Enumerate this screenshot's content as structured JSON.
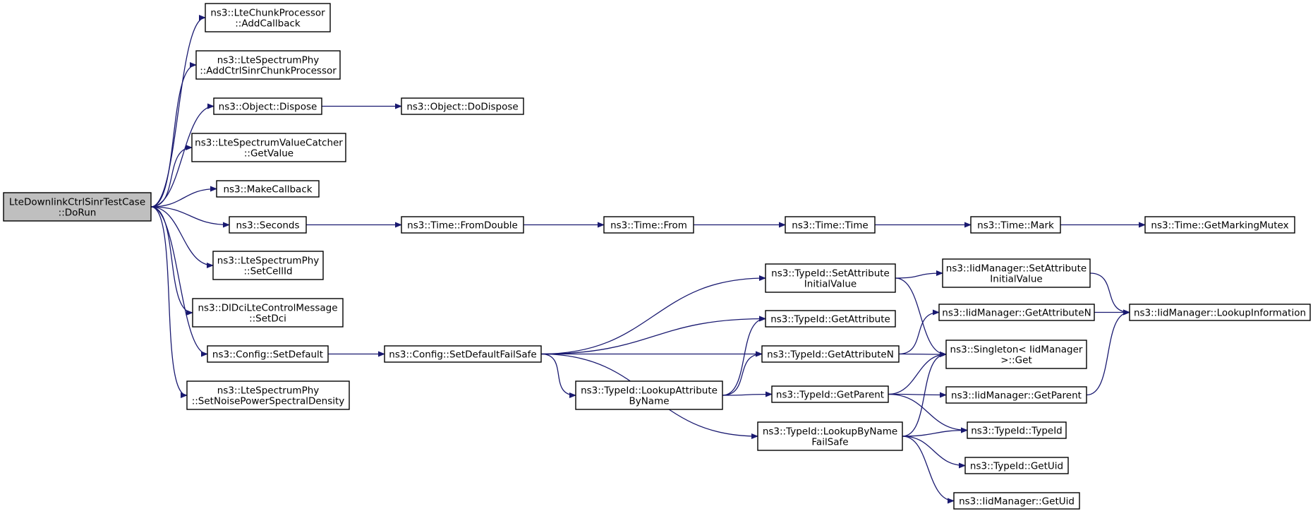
{
  "graph": {
    "edge_color": "#191970",
    "root_fill": "#bfbfbf",
    "nodes": [
      {
        "id": "root",
        "lines": [
          "LteDownlinkCtrlSinrTestCase",
          "::DoRun"
        ]
      },
      {
        "id": "n1",
        "lines": [
          "ns3::LteChunkProcessor",
          "::AddCallback"
        ]
      },
      {
        "id": "n2",
        "lines": [
          "ns3::LteSpectrumPhy",
          "::AddCtrlSinrChunkProcessor"
        ]
      },
      {
        "id": "n3",
        "lines": [
          "ns3::Object::Dispose"
        ]
      },
      {
        "id": "n4",
        "lines": [
          "ns3::Object::DoDispose"
        ]
      },
      {
        "id": "n5",
        "lines": [
          "ns3::LteSpectrumValueCatcher",
          "::GetValue"
        ]
      },
      {
        "id": "n6",
        "lines": [
          "ns3::MakeCallback"
        ]
      },
      {
        "id": "n7",
        "lines": [
          "ns3::Seconds"
        ]
      },
      {
        "id": "n8",
        "lines": [
          "ns3::Time::FromDouble"
        ]
      },
      {
        "id": "n9",
        "lines": [
          "ns3::Time::From"
        ]
      },
      {
        "id": "n10",
        "lines": [
          "ns3::Time::Time"
        ]
      },
      {
        "id": "n11",
        "lines": [
          "ns3::Time::Mark"
        ]
      },
      {
        "id": "n12",
        "lines": [
          "ns3::Time::GetMarkingMutex"
        ]
      },
      {
        "id": "n13",
        "lines": [
          "ns3::LteSpectrumPhy",
          "::SetCellId"
        ]
      },
      {
        "id": "n14",
        "lines": [
          "ns3::DlDciLteControlMessage",
          "::SetDci"
        ]
      },
      {
        "id": "n15",
        "lines": [
          "ns3::Config::SetDefault"
        ]
      },
      {
        "id": "n16",
        "lines": [
          "ns3::Config::SetDefaultFailSafe"
        ]
      },
      {
        "id": "n17",
        "lines": [
          "ns3::LteSpectrumPhy",
          "::SetNoisePowerSpectralDensity"
        ]
      },
      {
        "id": "n18",
        "lines": [
          "ns3::TypeId::SetAttribute",
          "InitialValue"
        ]
      },
      {
        "id": "n19",
        "lines": [
          "ns3::IidManager::SetAttribute",
          "InitialValue"
        ]
      },
      {
        "id": "n20",
        "lines": [
          "ns3::IidManager::LookupInformation"
        ]
      },
      {
        "id": "n21",
        "lines": [
          "ns3::TypeId::GetAttribute"
        ]
      },
      {
        "id": "n22",
        "lines": [
          "ns3::IidManager::GetAttributeN"
        ]
      },
      {
        "id": "n23",
        "lines": [
          "ns3::TypeId::GetAttributeN"
        ]
      },
      {
        "id": "n24",
        "lines": [
          "ns3::Singleton< IidManager",
          " >::Get"
        ]
      },
      {
        "id": "n25",
        "lines": [
          "ns3::TypeId::LookupAttribute",
          "ByName"
        ]
      },
      {
        "id": "n26",
        "lines": [
          "ns3::TypeId::GetParent"
        ]
      },
      {
        "id": "n27",
        "lines": [
          "ns3::IidManager::GetParent"
        ]
      },
      {
        "id": "n28",
        "lines": [
          "ns3::TypeId::LookupByName",
          "FailSafe"
        ]
      },
      {
        "id": "n29",
        "lines": [
          "ns3::TypeId::TypeId"
        ]
      },
      {
        "id": "n30",
        "lines": [
          "ns3::TypeId::GetUid"
        ]
      },
      {
        "id": "n31",
        "lines": [
          "ns3::IidManager::GetUid"
        ]
      }
    ],
    "edges": [
      [
        "root",
        "n1"
      ],
      [
        "root",
        "n2"
      ],
      [
        "root",
        "n3"
      ],
      [
        "root",
        "n5"
      ],
      [
        "root",
        "n6"
      ],
      [
        "root",
        "n7"
      ],
      [
        "root",
        "n13"
      ],
      [
        "root",
        "n14"
      ],
      [
        "root",
        "n15"
      ],
      [
        "root",
        "n17"
      ],
      [
        "n3",
        "n4"
      ],
      [
        "n7",
        "n8"
      ],
      [
        "n8",
        "n9"
      ],
      [
        "n9",
        "n10"
      ],
      [
        "n10",
        "n11"
      ],
      [
        "n11",
        "n12"
      ],
      [
        "n15",
        "n16"
      ],
      [
        "n16",
        "n18"
      ],
      [
        "n16",
        "n21"
      ],
      [
        "n16",
        "n23"
      ],
      [
        "n16",
        "n25"
      ],
      [
        "n16",
        "n28"
      ],
      [
        "n18",
        "n19"
      ],
      [
        "n18",
        "n24"
      ],
      [
        "n19",
        "n20"
      ],
      [
        "n22",
        "n20"
      ],
      [
        "n23",
        "n22"
      ],
      [
        "n23",
        "n24"
      ],
      [
        "n25",
        "n21"
      ],
      [
        "n25",
        "n23"
      ],
      [
        "n25",
        "n26"
      ],
      [
        "n26",
        "n24"
      ],
      [
        "n26",
        "n27"
      ],
      [
        "n26",
        "n29"
      ],
      [
        "n27",
        "n20"
      ],
      [
        "n28",
        "n24"
      ],
      [
        "n28",
        "n29"
      ],
      [
        "n28",
        "n30"
      ],
      [
        "n28",
        "n31"
      ]
    ]
  }
}
